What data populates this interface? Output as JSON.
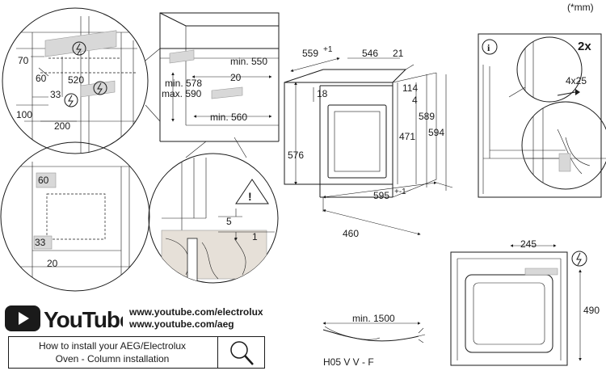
{
  "unit_note": "(*mm)",
  "youtube": {
    "logo_text": "YouTube",
    "urls": [
      "www.youtube.com/electrolux",
      "www.youtube.com/aeg"
    ]
  },
  "howto": {
    "line1": "How to install your AEG/Electrolux",
    "line2": "Oven - Column installation",
    "icon": "magnifier-icon"
  },
  "column_detail": {
    "labels": [
      "70",
      "60",
      "520",
      "33",
      "100",
      "200"
    ],
    "icons": [
      "electrical-connection-icon"
    ]
  },
  "cabinet": {
    "labels": [
      "min. 550",
      "20",
      "min. 578",
      "max. 590",
      "min. 560"
    ]
  },
  "oven": {
    "labels": [
      "559",
      "+1",
      "546",
      "21",
      "18",
      "114",
      "4",
      "576",
      "471",
      "589",
      "594",
      "595",
      "+-1",
      "460"
    ]
  },
  "side_detail": {
    "labels": [
      "60",
      "33",
      "20"
    ]
  },
  "gap_detail": {
    "labels": [
      "5",
      "1"
    ],
    "icons": [
      "warning-icon"
    ]
  },
  "fixing": {
    "count": "2x",
    "screw": "4x25",
    "icons": [
      "info-icon",
      "screw-icon"
    ]
  },
  "power": {
    "labels": [
      "245",
      "490"
    ],
    "icons": [
      "electrical-connection-icon"
    ]
  },
  "cable": {
    "length": "min. 1500",
    "type": "H05 V V - F"
  }
}
